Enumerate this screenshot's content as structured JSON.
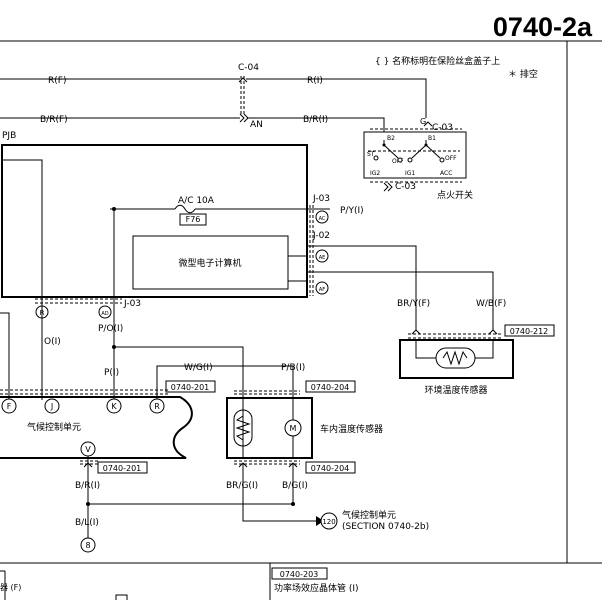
{
  "page_code": "0740-2a",
  "notes": {
    "bracket_note": "{ } 名称标明在保险丝盒盖子上",
    "unused_note": "＊ 排空"
  },
  "wires": {
    "r_f": "R(F)",
    "r_i": "R(I)",
    "b_r_f": "B/R(F)",
    "b_r_i_top": "B/R(I)",
    "p_y_i": "P/Y(I)",
    "o_i": "O(I)",
    "p_o_i": "P/O(I)",
    "p_i": "P(I)",
    "w_g_i": "W/G(I)",
    "p_b_i": "P/B(I)",
    "br_y_f": "BR/Y(F)",
    "w_b_f": "W/B(F)",
    "b_r_i_bottom": "B/R(I)",
    "br_g_i": "BR/G(I)",
    "b_g_i": "B/G(I)",
    "b_l_i": "B/L(I)"
  },
  "connectors": {
    "c04": "C-04",
    "an": "AN",
    "c03_top": "C-03",
    "g": "G",
    "c03_bottom": "C-03",
    "j03_right": "J-03",
    "j02": "J-02",
    "j03_bottom": "J-03"
  },
  "pins": {
    "ac": "AC",
    "ae": "AE",
    "af": "AF",
    "r_pjb": "R",
    "ad": "AD",
    "f": "F",
    "j": "J",
    "k": "K",
    "r_ctrl": "R",
    "v": "V",
    "num_8": "8",
    "num_120": "120"
  },
  "switch_labels": {
    "st": "ST",
    "b2": "B2",
    "b1": "B1",
    "off_left": "OFF",
    "off_right": "OFF",
    "ig2": "IG2",
    "ig1": "IG1",
    "acc": "ACC"
  },
  "components": {
    "pjb": "PJB",
    "fuse_name": "A/C 10A",
    "fuse_id": "F76",
    "microcomputer": "微型电子计算机",
    "ignition_switch": "点火开关",
    "ambient_sensor": "环境温度传感器",
    "cabin_sensor": "车内温度传感器",
    "climate_unit": "气候控制单元",
    "climate_unit_ref": "气候控制单元",
    "climate_section": "(SECTION 0740-2b)",
    "motor_symbol": "M"
  },
  "refs": {
    "r212": "0740-212",
    "r201_top": "0740-201",
    "r204_top": "0740-204",
    "r201_bottom": "0740-201",
    "r204_bottom": "0740-204",
    "r203": "0740-203"
  },
  "footer": {
    "left_fragment": "器 (F)",
    "power_transistor": "功率场效应晶体管 (I)"
  }
}
